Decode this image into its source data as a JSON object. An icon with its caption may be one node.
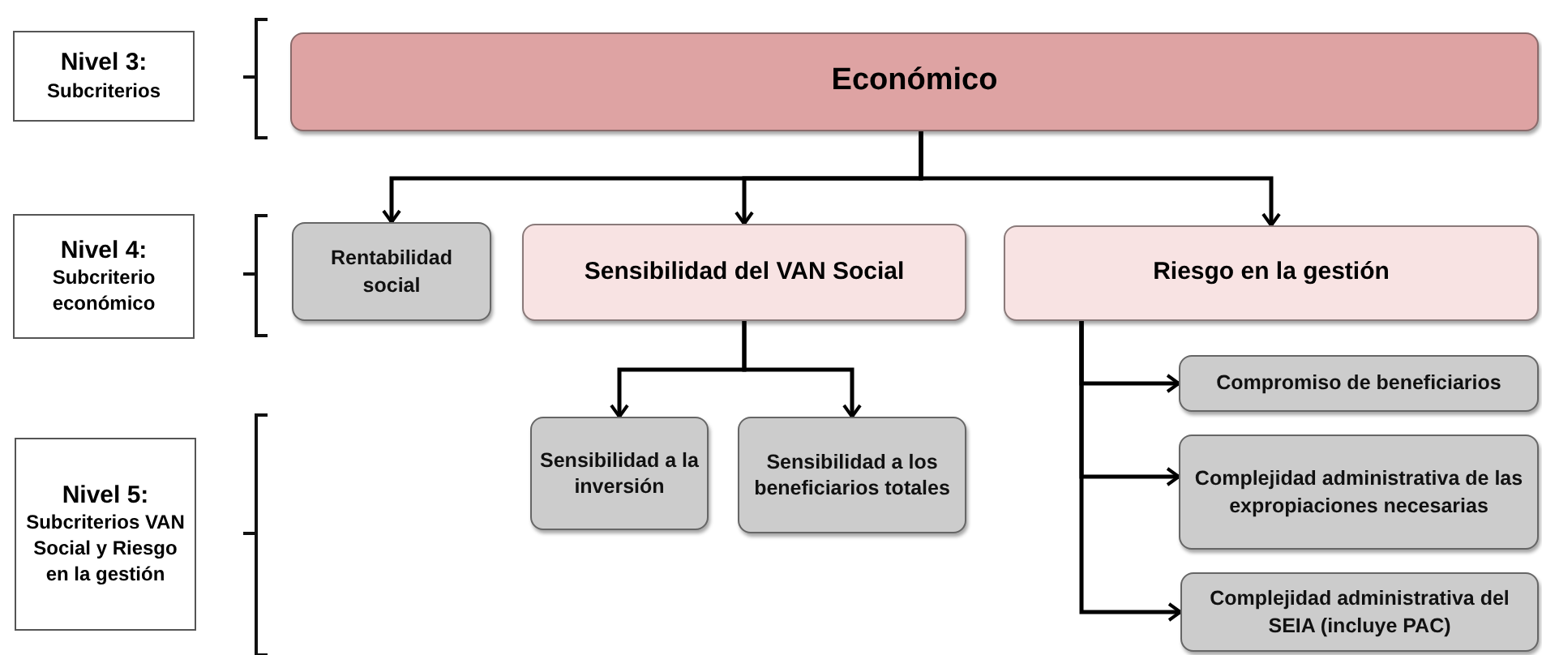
{
  "diagram": {
    "nodes": [
      {
        "text": [
          "Nivel 3:",
          "Subcriterios"
        ]
      },
      {
        "text": [
          "Nivel 4:",
          "Subcriterio económico"
        ]
      },
      {
        "text": [
          "Nivel 5:",
          "Subcriterios VAN Social y Riesgo en la gestión"
        ]
      },
      {
        "text": [
          "Económico"
        ]
      },
      {
        "text": [
          "Rentabilidad social"
        ]
      },
      {
        "text": [
          "Sensibilidad del VAN Social"
        ]
      },
      {
        "text": [
          "Riesgo en la gestión"
        ]
      },
      {
        "text": [
          "Sensibilidad a la inversión"
        ]
      },
      {
        "text": [
          "Sensibilidad a los beneficiarios totales"
        ]
      },
      {
        "text": [
          "Compromiso de beneficiarios"
        ]
      },
      {
        "text": [
          "Complejidad administrativa de las expropiaciones necesarias"
        ]
      },
      {
        "text": [
          "Complejidad administrativa del SEIA (incluye PAC)"
        ]
      }
    ],
    "edges": [
      {
        "from": 3,
        "to": 4,
        "arrow": "to"
      },
      {
        "from": 3,
        "to": 5,
        "arrow": "to"
      },
      {
        "from": 3,
        "to": 6,
        "arrow": "to"
      },
      {
        "from": 5,
        "to": 7,
        "arrow": "to"
      },
      {
        "from": 5,
        "to": 8,
        "arrow": "to"
      },
      {
        "from": 6,
        "to": 9,
        "arrow": "to"
      },
      {
        "from": 6,
        "to": 10,
        "arrow": "to"
      },
      {
        "from": 6,
        "to": 11,
        "arrow": "to"
      }
    ]
  }
}
